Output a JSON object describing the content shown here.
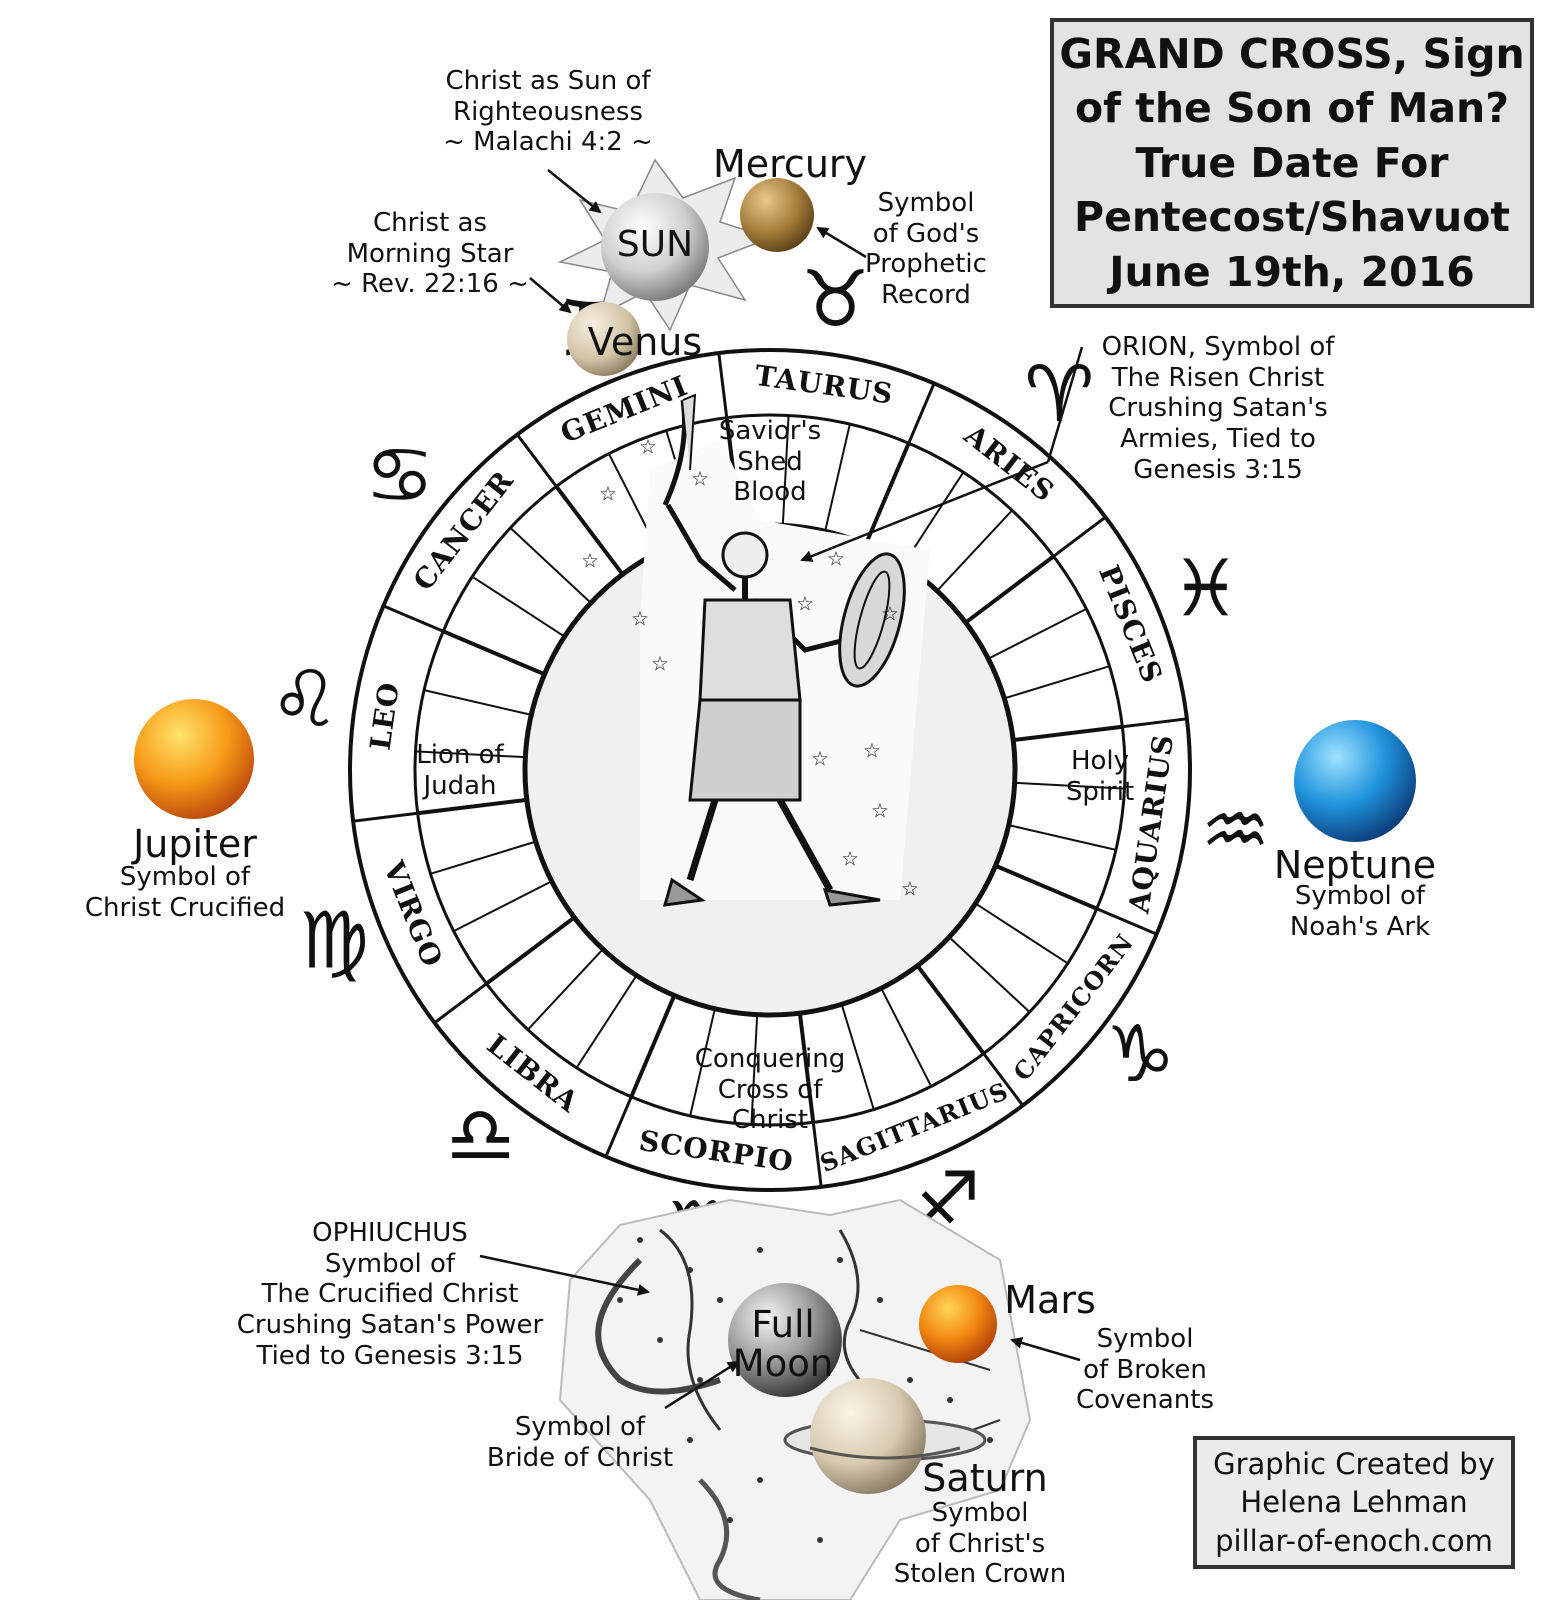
{
  "title": {
    "lines": [
      "GRAND CROSS, Sign",
      "of the Son of Man?",
      "True Date For",
      "Pentecost/Shavuot",
      "June 19th, 2016"
    ]
  },
  "credit": {
    "lines": [
      "Graphic Created by",
      "Helena Lehman",
      "pillar-of-enoch.com"
    ]
  },
  "wheel": {
    "signs": [
      "TAURUS",
      "ARIES",
      "PISCES",
      "AQUARIUS",
      "CAPRICORN",
      "SAGITTARIUS",
      "SCORPIO",
      "LIBRA",
      "VIRGO",
      "LEO",
      "CANCER",
      "GEMINI"
    ],
    "quadrant_labels": {
      "top": [
        "Savior's",
        "Shed",
        "Blood"
      ],
      "left": [
        "Lion of",
        "Judah"
      ],
      "right": [
        "Holy",
        "Spirit"
      ],
      "bottom": [
        "Conquering",
        "Cross of",
        "Christ"
      ]
    },
    "center_figure": "ORION"
  },
  "planets": {
    "sun": {
      "name": "SUN",
      "color": "#d8d8d8"
    },
    "venus": {
      "name": "Venus",
      "color": "#d9cbb0"
    },
    "mercury": {
      "name": "Mercury",
      "color": "#9a7432"
    },
    "jupiter": {
      "name": "Jupiter",
      "color": "#f08a10"
    },
    "neptune": {
      "name": "Neptune",
      "color": "#1e8fd8"
    },
    "moon": {
      "name_lines": [
        "Full",
        "Moon"
      ],
      "color": "#8a8a8a"
    },
    "mars": {
      "name": "Mars",
      "color": "#f07e10"
    },
    "saturn": {
      "name": "Saturn",
      "color": "#d8ccb2"
    }
  },
  "annotations": {
    "sun": [
      "Christ as Sun of",
      "Righteousness",
      "~ Malachi 4:2 ~"
    ],
    "venus": [
      "Christ as",
      "Morning Star",
      "~ Rev. 22:16 ~"
    ],
    "mercury": [
      "Symbol",
      "of God's",
      "Prophetic",
      "Record"
    ],
    "orion": [
      "ORION, Symbol of",
      "The Risen Christ",
      "Crushing Satan's",
      "Armies, Tied to",
      "Genesis 3:15"
    ],
    "jupiter": [
      "Symbol of",
      "Christ Crucified"
    ],
    "neptune": [
      "Symbol of",
      "Noah's Ark"
    ],
    "ophiuchus": [
      "OPHIUCHUS",
      "Symbol of",
      "The Crucified Christ",
      "Crushing Satan's Power",
      "Tied to Genesis 3:15"
    ],
    "moon": [
      "Symbol of",
      "Bride of Christ"
    ],
    "mars": [
      "Symbol",
      "of Broken",
      "Covenants"
    ],
    "saturn": [
      "Symbol",
      "of Christ's",
      "Stolen Crown"
    ]
  },
  "glyphs": {
    "taurus": "♉",
    "aries": "♈",
    "pisces": "♓",
    "aquarius": "♒",
    "capricorn": "♑",
    "sagittarius": "♐",
    "scorpio": "♏",
    "libra": "♎",
    "virgo": "♍",
    "leo": "♌",
    "cancer": "♋",
    "gemini": "♊"
  }
}
